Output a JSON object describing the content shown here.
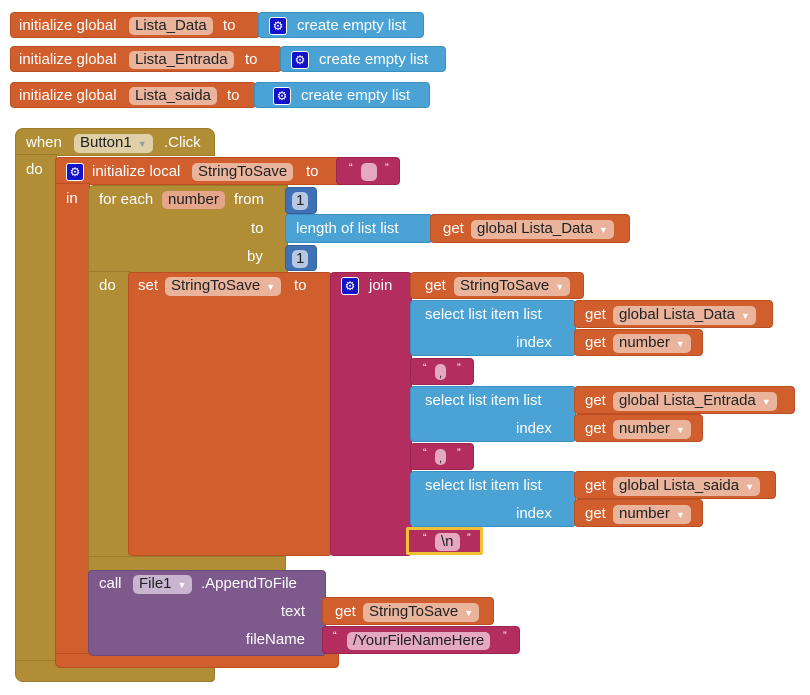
{
  "globals": [
    {
      "prefix": "initialize global",
      "name": "Lista_Data",
      "to": "to",
      "value": "create empty list"
    },
    {
      "prefix": "initialize global",
      "name": "Lista_Entrada",
      "to": "to",
      "value": "create empty list"
    },
    {
      "prefix": "initialize global",
      "name": "Lista_saida",
      "to": "to",
      "value": "create empty list"
    }
  ],
  "event": {
    "when": "when",
    "component": "Button1",
    "event": ".Click",
    "do": "do"
  },
  "local": {
    "label": "initialize local",
    "name": "StringToSave",
    "to": "to",
    "in": "in",
    "value": ""
  },
  "loop": {
    "label": "for each",
    "var": "number",
    "from": "from",
    "from_value": "1",
    "to": "to",
    "by": "by",
    "by_value": "1",
    "do": "do",
    "length": {
      "label": "length of list  list",
      "get": "get",
      "var": "global Lista_Data"
    }
  },
  "set": {
    "label": "set",
    "var": "StringToSave",
    "to": "to",
    "join": "join",
    "first": {
      "get": "get",
      "var": "StringToSave"
    },
    "items": [
      {
        "label": "select list item  list",
        "index": "index",
        "get": "get",
        "list": "global Lista_Data",
        "idx": "number"
      },
      {
        "sep": ","
      },
      {
        "label": "select list item  list",
        "index": "index",
        "get": "get",
        "list": "global Lista_Entrada",
        "idx": "number"
      },
      {
        "sep": ","
      },
      {
        "label": "select list item  list",
        "index": "index",
        "get": "get",
        "list": "global Lista_saida",
        "idx": "number"
      }
    ],
    "newline": "\\n"
  },
  "call": {
    "call": "call",
    "component": "File1",
    "method": ".AppendToFile",
    "text": "text",
    "fileName": "fileName",
    "get": "get",
    "text_var": "StringToSave",
    "filename_value": "/YourFileNameHere"
  },
  "quote_open": "“",
  "quote_close": "”",
  "colors": {
    "variables": "#d05f2d",
    "lists": "#4ba3d5",
    "text": "#b32d5e",
    "control": "#b18e35",
    "math": "#3f71b5",
    "component": "#7d5a8b"
  }
}
